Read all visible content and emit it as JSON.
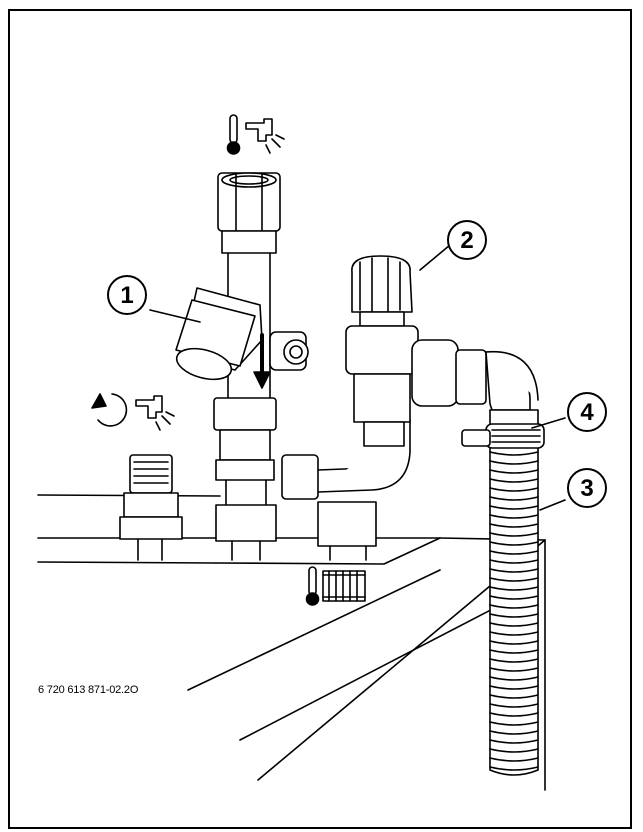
{
  "callouts": [
    {
      "id": "1",
      "label": "1"
    },
    {
      "id": "2",
      "label": "2"
    },
    {
      "id": "3",
      "label": "3"
    },
    {
      "id": "4",
      "label": "4"
    }
  ],
  "figure_code": "6 720 613 871-02.2O",
  "icons": {
    "hot_water_top": "thermometer-hot-water-tap-icon",
    "cold_water_left": "rotate-arrow-cold-water-tap-icon",
    "heating": "thermometer-radiator-icon"
  },
  "colors": {
    "line": "#000000",
    "fill_dark": "#555555",
    "fill_light": "#ffffff"
  }
}
